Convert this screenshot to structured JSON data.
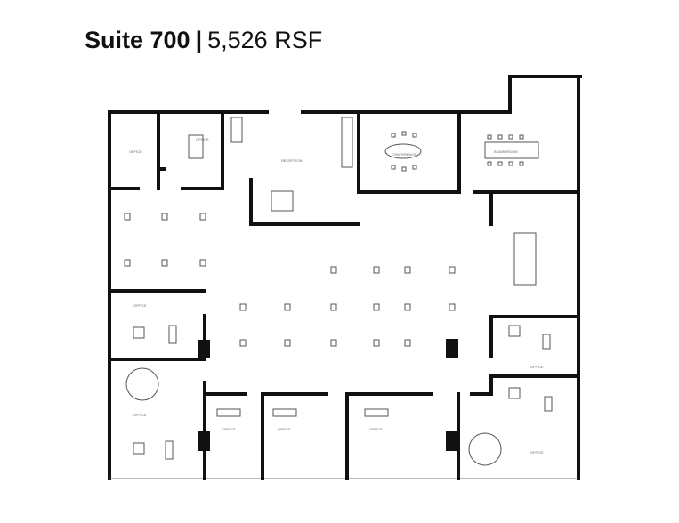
{
  "header": {
    "suite": "Suite 700",
    "separator": "|",
    "area": "5,526 RSF"
  },
  "plan": {
    "room_labels": [
      "OFFICE",
      "OFFICE",
      "RECEPTION",
      "CONFERENCE",
      "BOARDROOM",
      "OFFICE",
      "OFFICE",
      "OFFICE",
      "OFFICE",
      "OFFICE",
      "OFFICE",
      "OFFICE"
    ]
  }
}
